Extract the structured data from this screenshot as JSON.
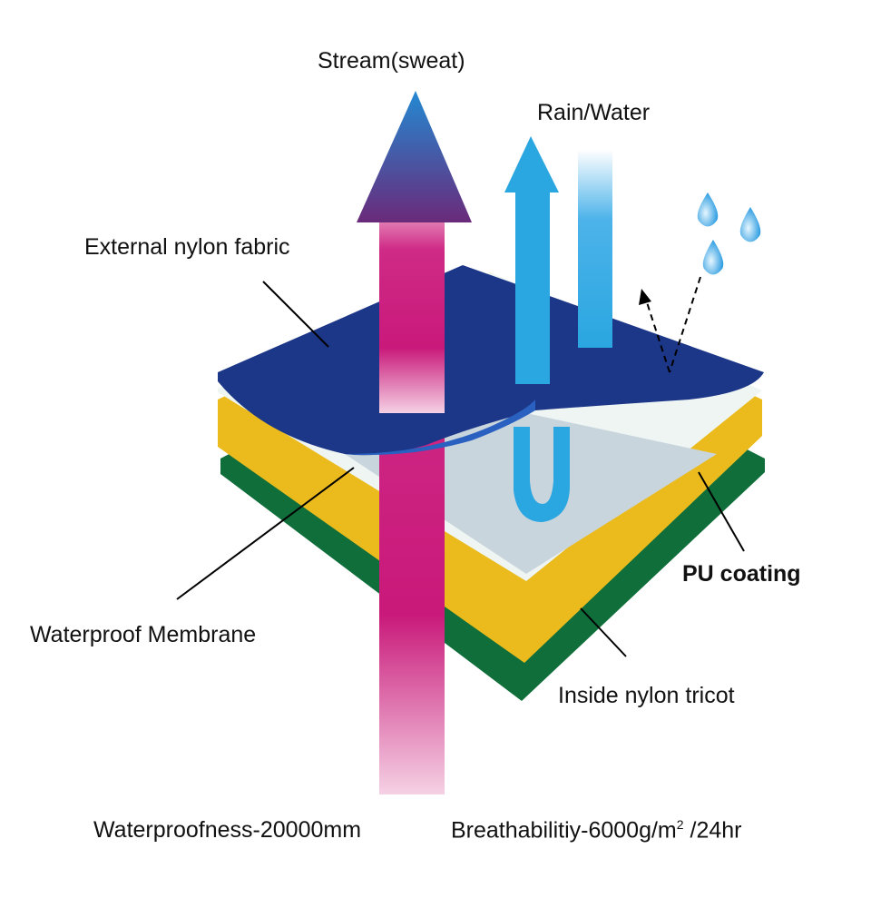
{
  "labels": {
    "steam": "Stream(sweat)",
    "rain": "Rain/Water",
    "external": "External nylon fabric",
    "membrane": "Waterproof Membrane",
    "pu": "PU coating",
    "tricot": "Inside nylon tricot"
  },
  "specs": {
    "waterproof": "Waterproofness-20000mm",
    "breath_prefix": "Breathabilitiy-6000g/m",
    "breath_sup": "2",
    "breath_suffix": " /24hr"
  },
  "colors": {
    "navy": "#1c3688",
    "yellow": "#ebbb1d",
    "green": "#0f6e3a",
    "membrane": "#c9d5dd",
    "magenta": "#c9197a",
    "skyblue": "#2aa6e0"
  }
}
